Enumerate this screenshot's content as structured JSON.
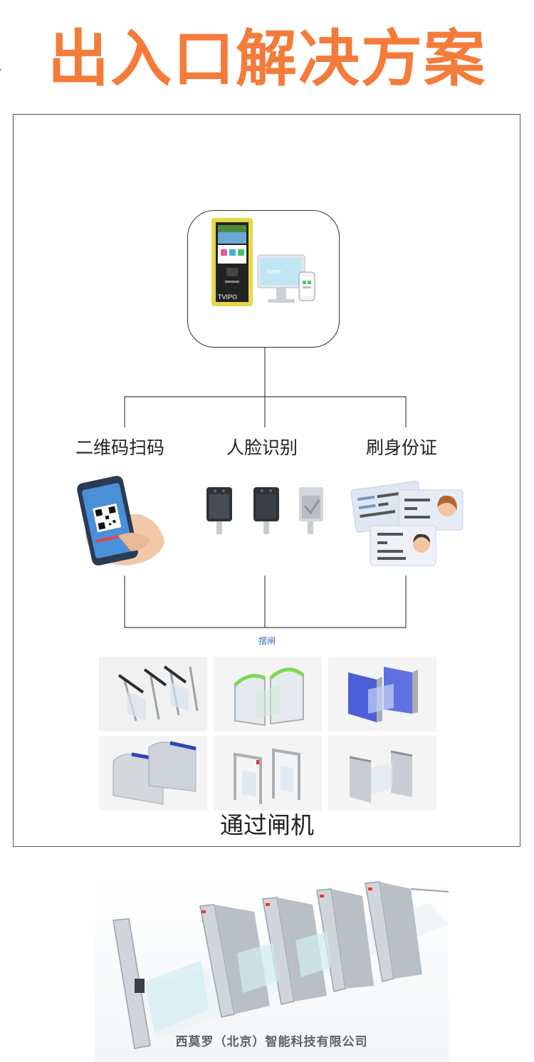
{
  "colors": {
    "title": "#F47B3A",
    "line": "#444444",
    "gate_label": "#3A6FB7",
    "kiosk_yellow": "#E8D84A",
    "gate_blue": "#4A5FD9",
    "gate_green": "#7ED957"
  },
  "header": {
    "title": "出入口解决方案"
  },
  "server": {
    "brand": "TVIPO"
  },
  "categories": [
    {
      "label": "二维码扫码"
    },
    {
      "label": "人脸识别"
    },
    {
      "label": "刷身份证"
    }
  ],
  "gates": {
    "label": "摆闸"
  },
  "gate_tiles": [
    {
      "name": "swing-gate-dark-bars"
    },
    {
      "name": "swing-gate-green-arc"
    },
    {
      "name": "swing-gate-blue-panel"
    },
    {
      "name": "swing-gate-blue-top"
    },
    {
      "name": "swing-gate-frame"
    },
    {
      "name": "swing-gate-steel"
    }
  ],
  "pass_section": {
    "label": "通过闸机"
  },
  "footer": {
    "company": "西莫罗（北京）智能科技有限公司"
  }
}
